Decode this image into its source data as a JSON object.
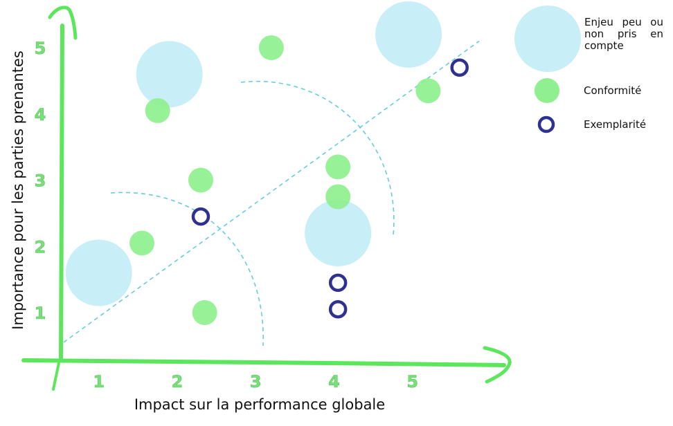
{
  "chart_data": {
    "type": "scatter",
    "title": "",
    "xlabel": "Impact sur la performance globale",
    "ylabel": "Importance pour les parties prenantes",
    "xlim": [
      0.5,
      5.9
    ],
    "ylim": [
      0.5,
      5.5
    ],
    "x_ticks": [
      "1",
      "2",
      "3",
      "4",
      "5"
    ],
    "y_ticks": [
      "1",
      "2",
      "3",
      "4",
      "5"
    ],
    "grid": false,
    "legend_position": "right",
    "series": [
      {
        "name": "Enjeu peu ou non pris en compte",
        "marker": "large-filled-circle",
        "color": "#c8eef8",
        "points": [
          {
            "x": 1.0,
            "y": 1.6
          },
          {
            "x": 1.9,
            "y": 4.6
          },
          {
            "x": 4.05,
            "y": 2.2
          },
          {
            "x": 4.95,
            "y": 5.2
          }
        ]
      },
      {
        "name": "Conformité",
        "marker": "filled-circle",
        "color": "#8ef08e",
        "points": [
          {
            "x": 2.35,
            "y": 1.0
          },
          {
            "x": 1.55,
            "y": 2.05
          },
          {
            "x": 2.3,
            "y": 3.0
          },
          {
            "x": 1.75,
            "y": 4.05
          },
          {
            "x": 3.2,
            "y": 5.0
          },
          {
            "x": 4.05,
            "y": 2.75
          },
          {
            "x": 4.05,
            "y": 3.2
          },
          {
            "x": 5.2,
            "y": 4.35
          }
        ]
      },
      {
        "name": "Exemplarité",
        "marker": "hollow-circle",
        "color": "#2e3192",
        "points": [
          {
            "x": 2.3,
            "y": 2.45
          },
          {
            "x": 4.05,
            "y": 1.45
          },
          {
            "x": 4.05,
            "y": 1.05
          },
          {
            "x": 5.6,
            "y": 4.7
          }
        ]
      }
    ],
    "reference_lines": {
      "diagonal": {
        "from": [
          0.55,
          0.55
        ],
        "to": [
          5.85,
          5.1
        ]
      },
      "arcs_radius": [
        2.45,
        4.35
      ]
    }
  },
  "legend": {
    "enjeu": "Enjeu peu ou non pris en compte",
    "conformite": "Conformité",
    "exemplarite": "Exemplarité"
  },
  "colors": {
    "axis": "#5ce65c",
    "tick": "#7ddc7d",
    "dashed": "#66ccdd"
  }
}
